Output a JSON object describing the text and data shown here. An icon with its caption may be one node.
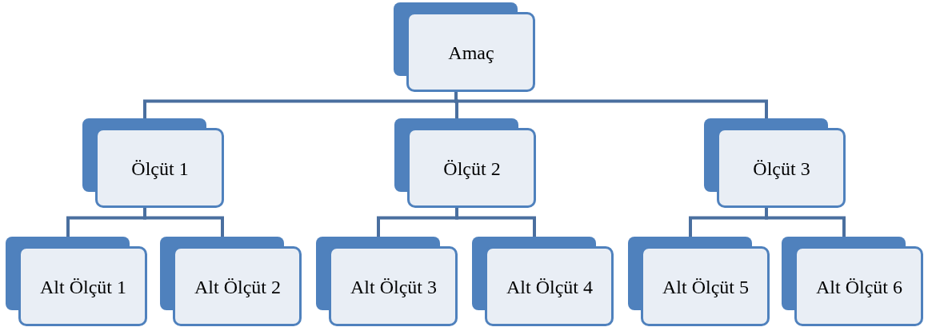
{
  "diagram": {
    "nodes": [
      {
        "text": [
          "Amaç"
        ]
      },
      {
        "text": [
          "Ölçüt 1"
        ]
      },
      {
        "text": [
          "Ölçüt 2"
        ]
      },
      {
        "text": [
          "Ölçüt 3"
        ]
      },
      {
        "text": [
          "Alt Ölçüt 1"
        ]
      },
      {
        "text": [
          "Alt Ölçüt 2"
        ]
      },
      {
        "text": [
          "Alt Ölçüt 3"
        ]
      },
      {
        "text": [
          "Alt Ölçüt 4"
        ]
      },
      {
        "text": [
          "Alt Ölçüt 5"
        ]
      },
      {
        "text": [
          "Alt Ölçüt 6"
        ]
      }
    ],
    "edges": [
      {
        "from": 0,
        "to": 1,
        "arrow": "none"
      },
      {
        "from": 0,
        "to": 2,
        "arrow": "none"
      },
      {
        "from": 0,
        "to": 3,
        "arrow": "none"
      },
      {
        "from": 1,
        "to": 4,
        "arrow": "none"
      },
      {
        "from": 1,
        "to": 5,
        "arrow": "none"
      },
      {
        "from": 2,
        "to": 6,
        "arrow": "none"
      },
      {
        "from": 2,
        "to": 7,
        "arrow": "none"
      },
      {
        "from": 3,
        "to": 8,
        "arrow": "none"
      },
      {
        "from": 3,
        "to": 9,
        "arrow": "none"
      }
    ]
  }
}
